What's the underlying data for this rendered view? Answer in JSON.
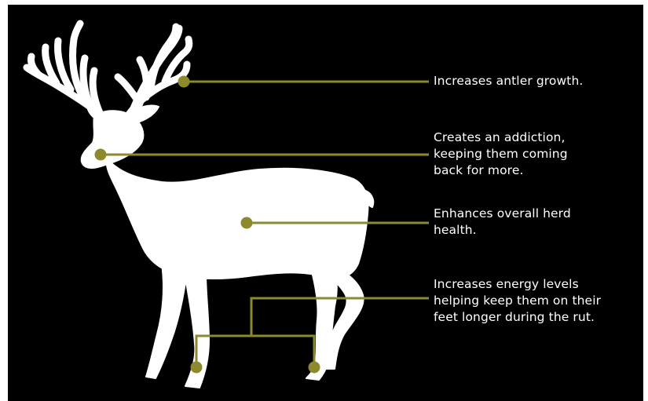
{
  "colors": {
    "background": "#000000",
    "silhouette": "#ffffff",
    "connector": "#8c8a2c",
    "text": "#ffffff"
  },
  "callouts": [
    {
      "id": "antler",
      "lines": [
        "Increases antler growth."
      ]
    },
    {
      "id": "addiction",
      "lines": [
        "Creates an addiction,",
        "keeping them coming",
        "back for more."
      ]
    },
    {
      "id": "health",
      "lines": [
        "Enhances overall herd",
        "health."
      ]
    },
    {
      "id": "energy",
      "lines": [
        "Increases energy levels",
        "helping keep them on their",
        "feet longer during the rut."
      ]
    }
  ]
}
